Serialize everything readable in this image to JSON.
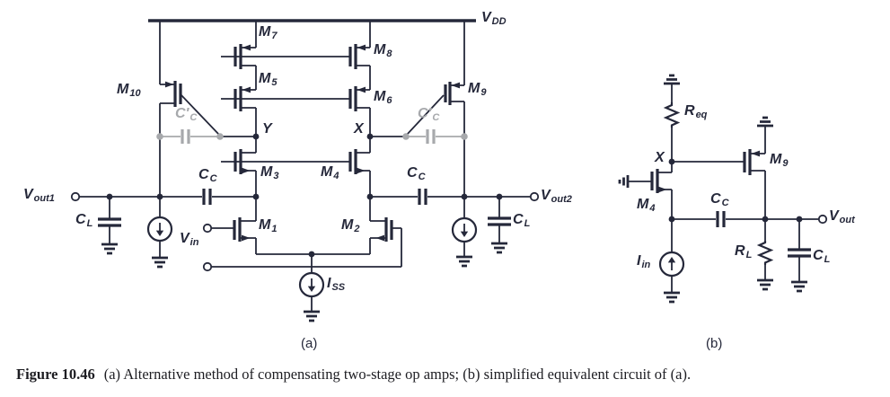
{
  "figure": {
    "caption_label": "Figure 10.46",
    "caption_text": "(a) Alternative method of compensating two-stage op amps; (b) simplified equivalent circuit of (a).",
    "panel_a_tag": "(a)",
    "panel_b_tag": "(b)"
  },
  "colors": {
    "ink": "#25283a",
    "gray": "#a7a9ac",
    "background": "#ffffff"
  },
  "circuit_a": {
    "supply": {
      "base": "V",
      "sub": "DD"
    },
    "transistors": {
      "m1": {
        "base": "M",
        "sub": "1"
      },
      "m2": {
        "base": "M",
        "sub": "2"
      },
      "m3": {
        "base": "M",
        "sub": "3"
      },
      "m4": {
        "base": "M",
        "sub": "4"
      },
      "m5": {
        "base": "M",
        "sub": "5"
      },
      "m6": {
        "base": "M",
        "sub": "6"
      },
      "m7": {
        "base": "M",
        "sub": "7"
      },
      "m8": {
        "base": "M",
        "sub": "8"
      },
      "m9": {
        "base": "M",
        "sub": "9"
      },
      "m10": {
        "base": "M",
        "sub": "10"
      }
    },
    "nodes": {
      "y": {
        "base": "Y"
      },
      "x": {
        "base": "X"
      }
    },
    "capacitors": {
      "cc_left": {
        "base": "C",
        "sub": "C"
      },
      "cc_right": {
        "base": "C",
        "sub": "C"
      },
      "ccp_left": {
        "base": "C′",
        "sub": "C"
      },
      "ccp_right": {
        "base": "C′",
        "sub": "C"
      },
      "cl_left": {
        "base": "C",
        "sub": "L"
      },
      "cl_right": {
        "base": "C",
        "sub": "L"
      }
    },
    "sources": {
      "iss": {
        "base": "I",
        "sub": "SS"
      }
    },
    "ports": {
      "vout1": {
        "base": "V",
        "sub": "out1"
      },
      "vout2": {
        "base": "V",
        "sub": "out2"
      },
      "vin": {
        "base": "V",
        "sub": "in"
      }
    }
  },
  "circuit_b": {
    "resistors": {
      "req": {
        "base": "R",
        "sub": "eq"
      },
      "rl": {
        "base": "R",
        "sub": "L"
      }
    },
    "transistors": {
      "m9": {
        "base": "M",
        "sub": "9"
      },
      "m4": {
        "base": "M",
        "sub": "4"
      }
    },
    "capacitors": {
      "cc": {
        "base": "C",
        "sub": "C"
      },
      "cl": {
        "base": "C",
        "sub": "L"
      }
    },
    "sources": {
      "iin": {
        "base": "I",
        "sub": "in"
      }
    },
    "nodes": {
      "x": {
        "base": "X"
      }
    },
    "ports": {
      "vout": {
        "base": "V",
        "sub": "out"
      }
    }
  }
}
